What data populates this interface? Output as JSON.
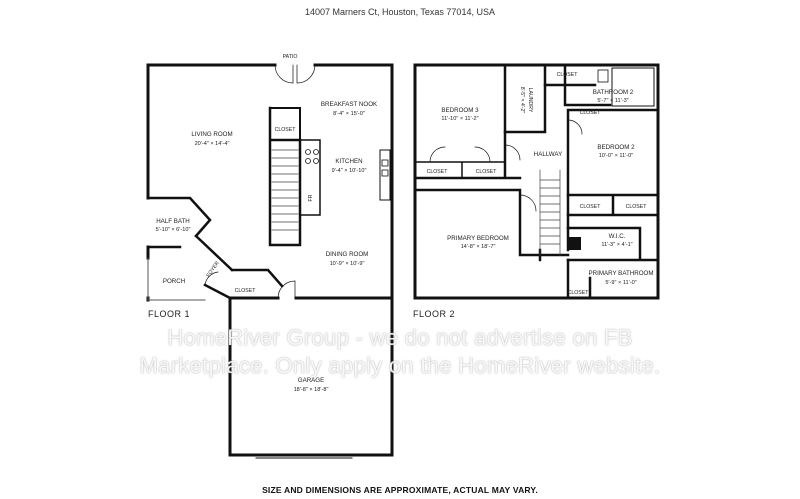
{
  "address": "14007 Marners Ct, Houston, Texas 77014, USA",
  "floor1": {
    "label": "FLOOR 1",
    "rooms": {
      "patio": "PATIO",
      "breakfast_nook": {
        "name": "BREAKFAST NOOK",
        "dims": "8'-4\" × 15'-0\""
      },
      "living_room": {
        "name": "LIVING ROOM",
        "dims": "20'-4\" × 14'-4\""
      },
      "closet_a": "CLOSET",
      "kitchen": {
        "name": "KITCHEN",
        "dims": "9'-4\" × 10'-10\""
      },
      "fridge": "FR",
      "half_bath": {
        "name": "HALF BATH",
        "dims": "5'-10\" × 6'-10\""
      },
      "foyer": "FOYER",
      "dining_room": {
        "name": "DINING ROOM",
        "dims": "10'-9\" × 10'-9\""
      },
      "porch": "PORCH",
      "closet_b": "CLOSET",
      "garage": {
        "name": "GARAGE",
        "dims": "18'-8\" × 18'-8\""
      }
    }
  },
  "floor2": {
    "label": "FLOOR 2",
    "rooms": {
      "bedroom3": {
        "name": "BEDROOM 3",
        "dims": "11'-10\" × 11'-2\""
      },
      "laundry": {
        "name": "LAUNDRY",
        "dims": "8'-5\" × 4'-2\""
      },
      "closet_top": "CLOSET",
      "bathroom2": {
        "name": "BATHROOM 2",
        "dims": "5'-7\" × 11'-3\""
      },
      "closet_bath": "CLOSET",
      "hallway": "HALLWAY",
      "bedroom2": {
        "name": "BEDROOM 2",
        "dims": "10'-0\" × 11'-0\""
      },
      "closet_b3_left": "CLOSET",
      "closet_b3_right": "CLOSET",
      "closet_b2_left": "CLOSET",
      "closet_b2_right": "CLOSET",
      "primary_bedroom": {
        "name": "PRIMARY BEDROOM",
        "dims": "14'-8\" × 18'-7\""
      },
      "wic": {
        "name": "W.I.C.",
        "dims": "11'-3\" × 4'-1\""
      },
      "primary_bathroom": {
        "name": "PRIMARY BATHROOM",
        "dims": "5'-9\" × 11'-0\""
      },
      "closet_pb": "CLOSET"
    }
  },
  "watermark": {
    "line1": "HomeRiver Group - we do not advertise on FB",
    "line2": "Marketplace. Only apply on the HomeRiver website."
  },
  "disclaimer": "SIZE AND DIMENSIONS ARE APPROXIMATE, ACTUAL MAY VARY."
}
